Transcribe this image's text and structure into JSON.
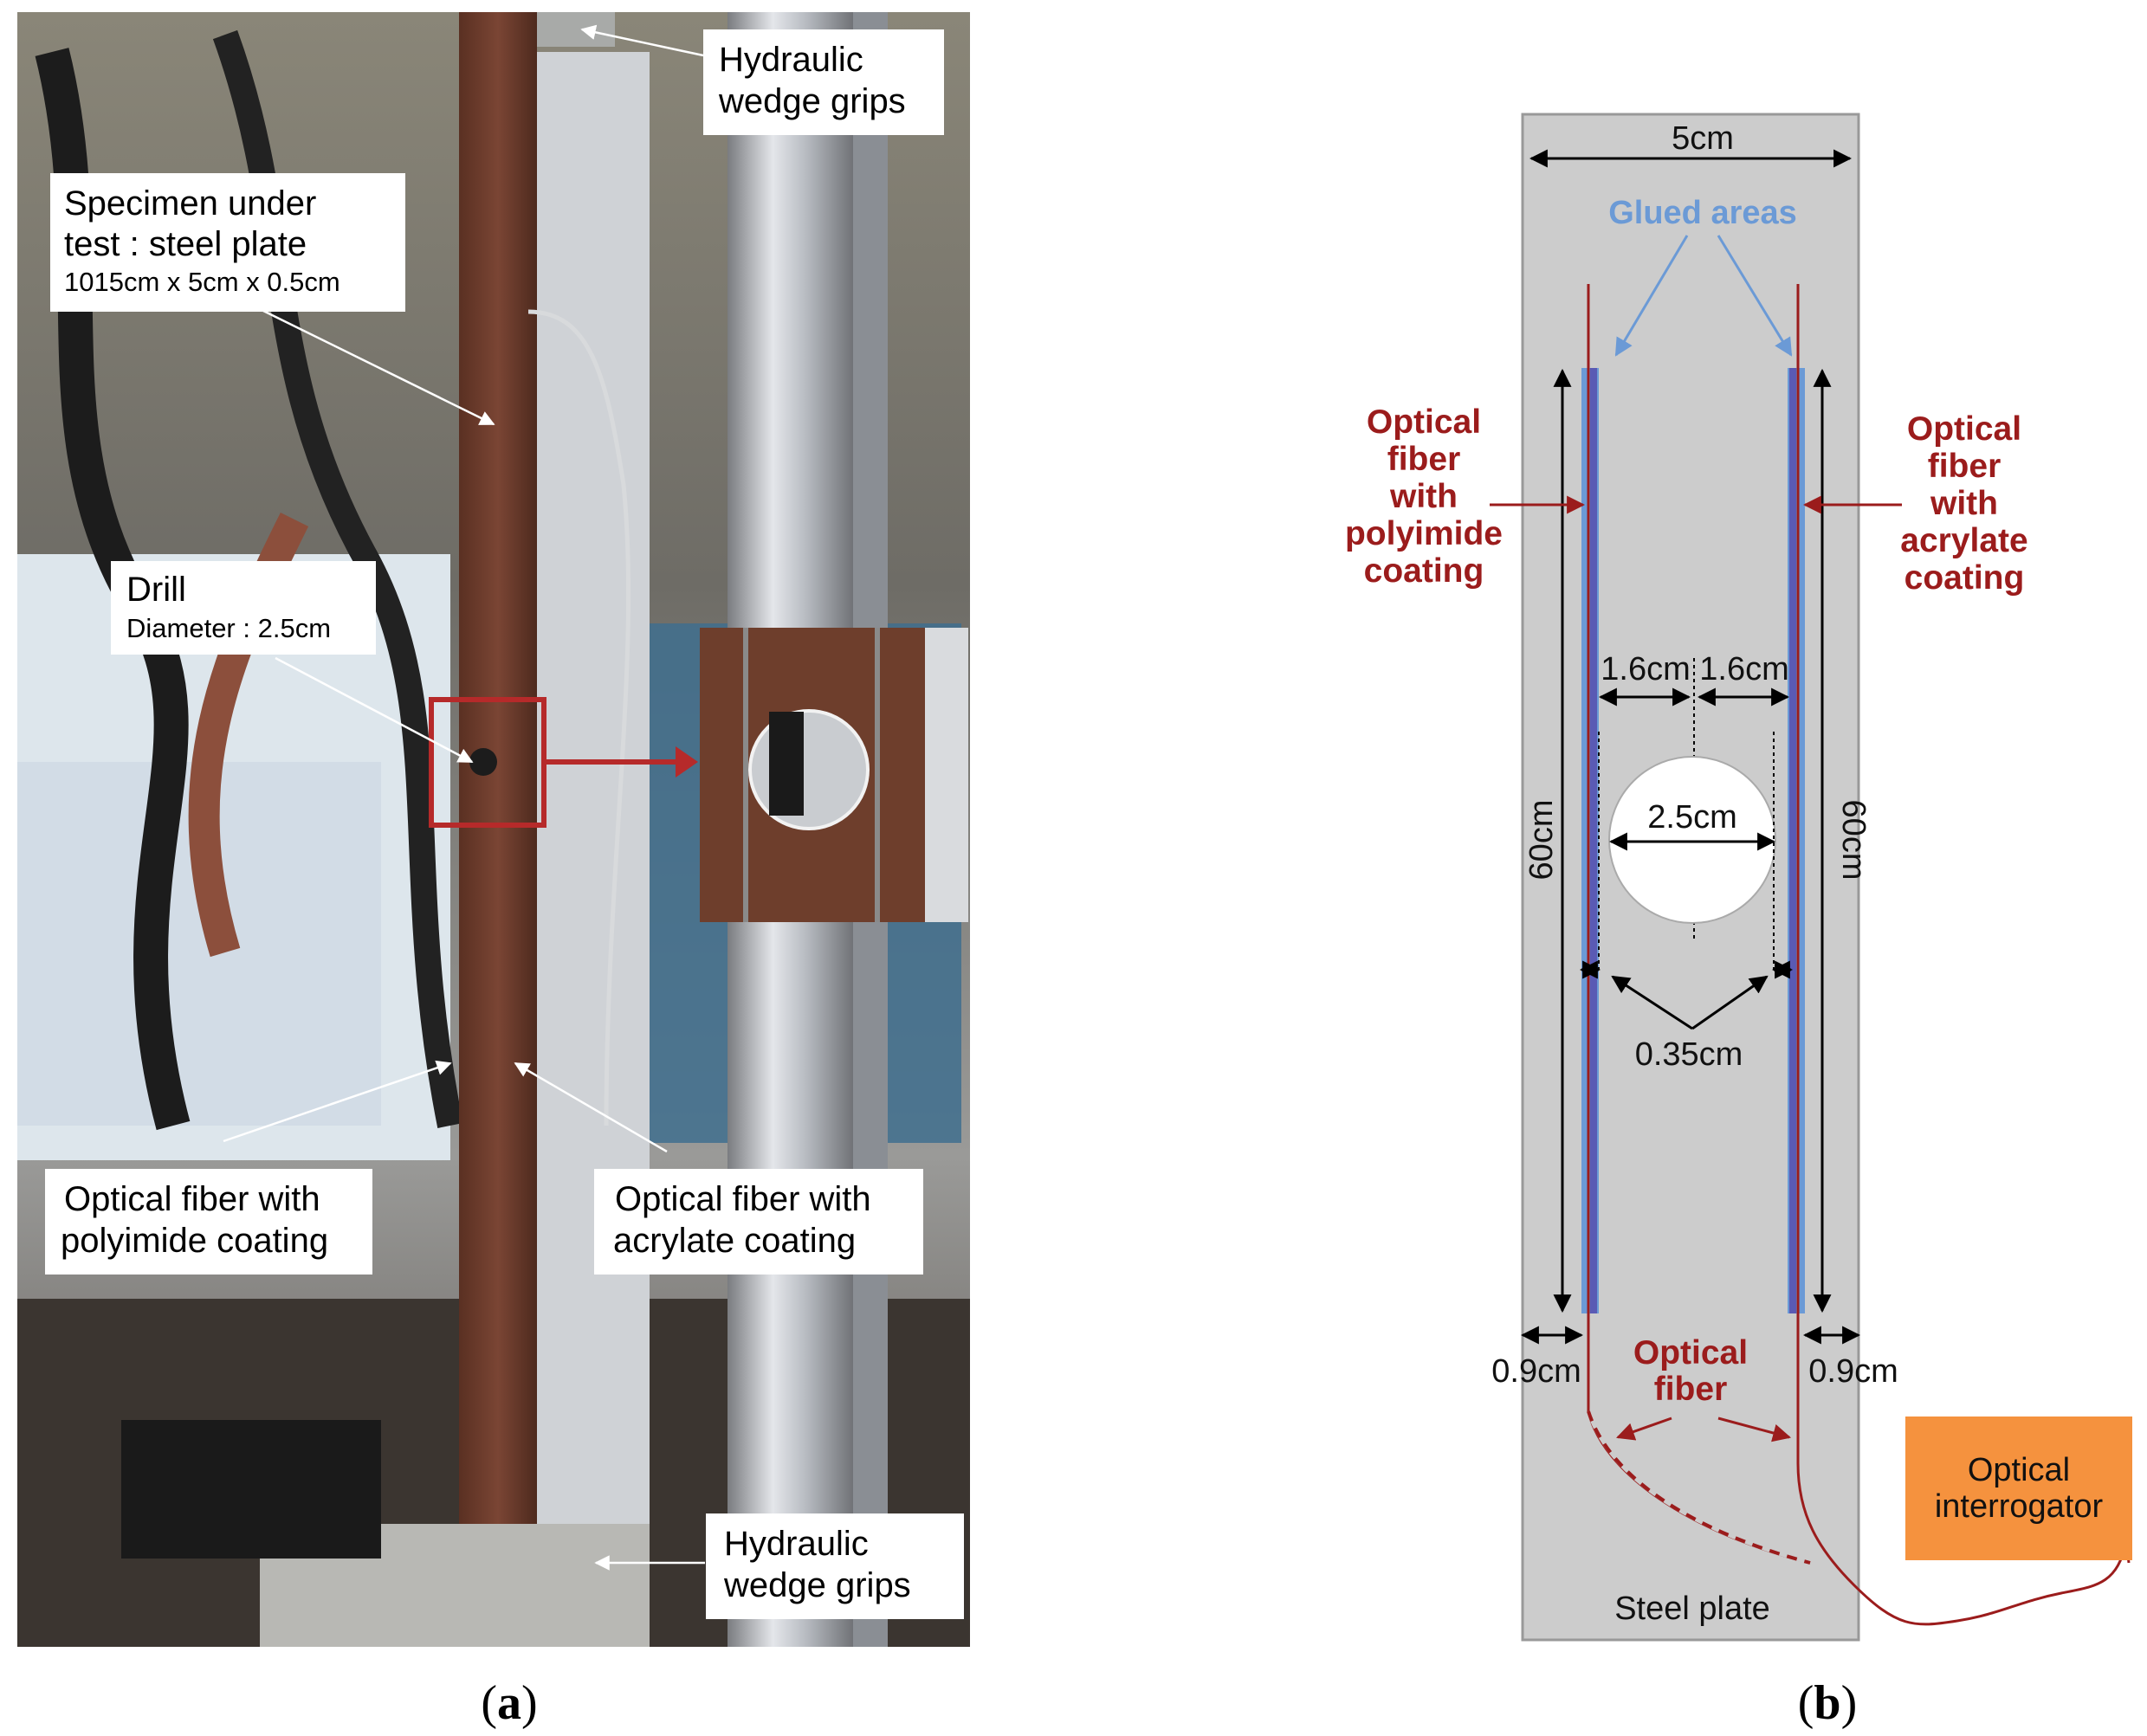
{
  "panel_a": {
    "label_open": "(",
    "label_letter": "a",
    "label_close": ")",
    "callouts": {
      "grips_top": [
        "Hydraulic",
        "wedge grips"
      ],
      "specimen": [
        "Specimen under",
        "test : steel plate"
      ],
      "specimen_dims": "1015cm x 5cm x 0.5cm",
      "drill": "Drill",
      "drill_diameter": "Diameter :  2.5cm",
      "fiber_polyimide": [
        "Optical fiber with",
        "polyimide coating"
      ],
      "fiber_acrylate": [
        "Optical fiber with",
        "acrylate coating"
      ],
      "grips_bottom": [
        "Hydraulic",
        "wedge grips"
      ]
    }
  },
  "panel_b": {
    "label_open": "(",
    "label_letter": "b",
    "label_close": ")",
    "width_dim": "5cm",
    "glued_areas": "Glued areas",
    "fiber_left": [
      "Optical",
      "fiber",
      "with",
      "polyimide",
      "coating"
    ],
    "fiber_right": [
      "Optical",
      "fiber",
      "with",
      "acrylate",
      "coating"
    ],
    "offset_left": "1.6cm",
    "offset_right": "1.6cm",
    "hole_diameter": "2.5cm",
    "length_left": "60cm",
    "length_right": "60cm",
    "gap": "0.35cm",
    "margin_left": "0.9cm",
    "margin_right": "0.9cm",
    "optical_fiber": [
      "Optical",
      "fiber"
    ],
    "interrogator": [
      "Optical",
      "interrogator"
    ],
    "plate": "Steel plate"
  },
  "colors": {
    "plate": "#cccccc",
    "fiber_red": "#9b1c1c",
    "glue_blue": "#6b9ad6",
    "fiber_strip": "#5a5ab4",
    "interrogator": "#f5923e",
    "photo_steel": "#6e3e2c"
  }
}
